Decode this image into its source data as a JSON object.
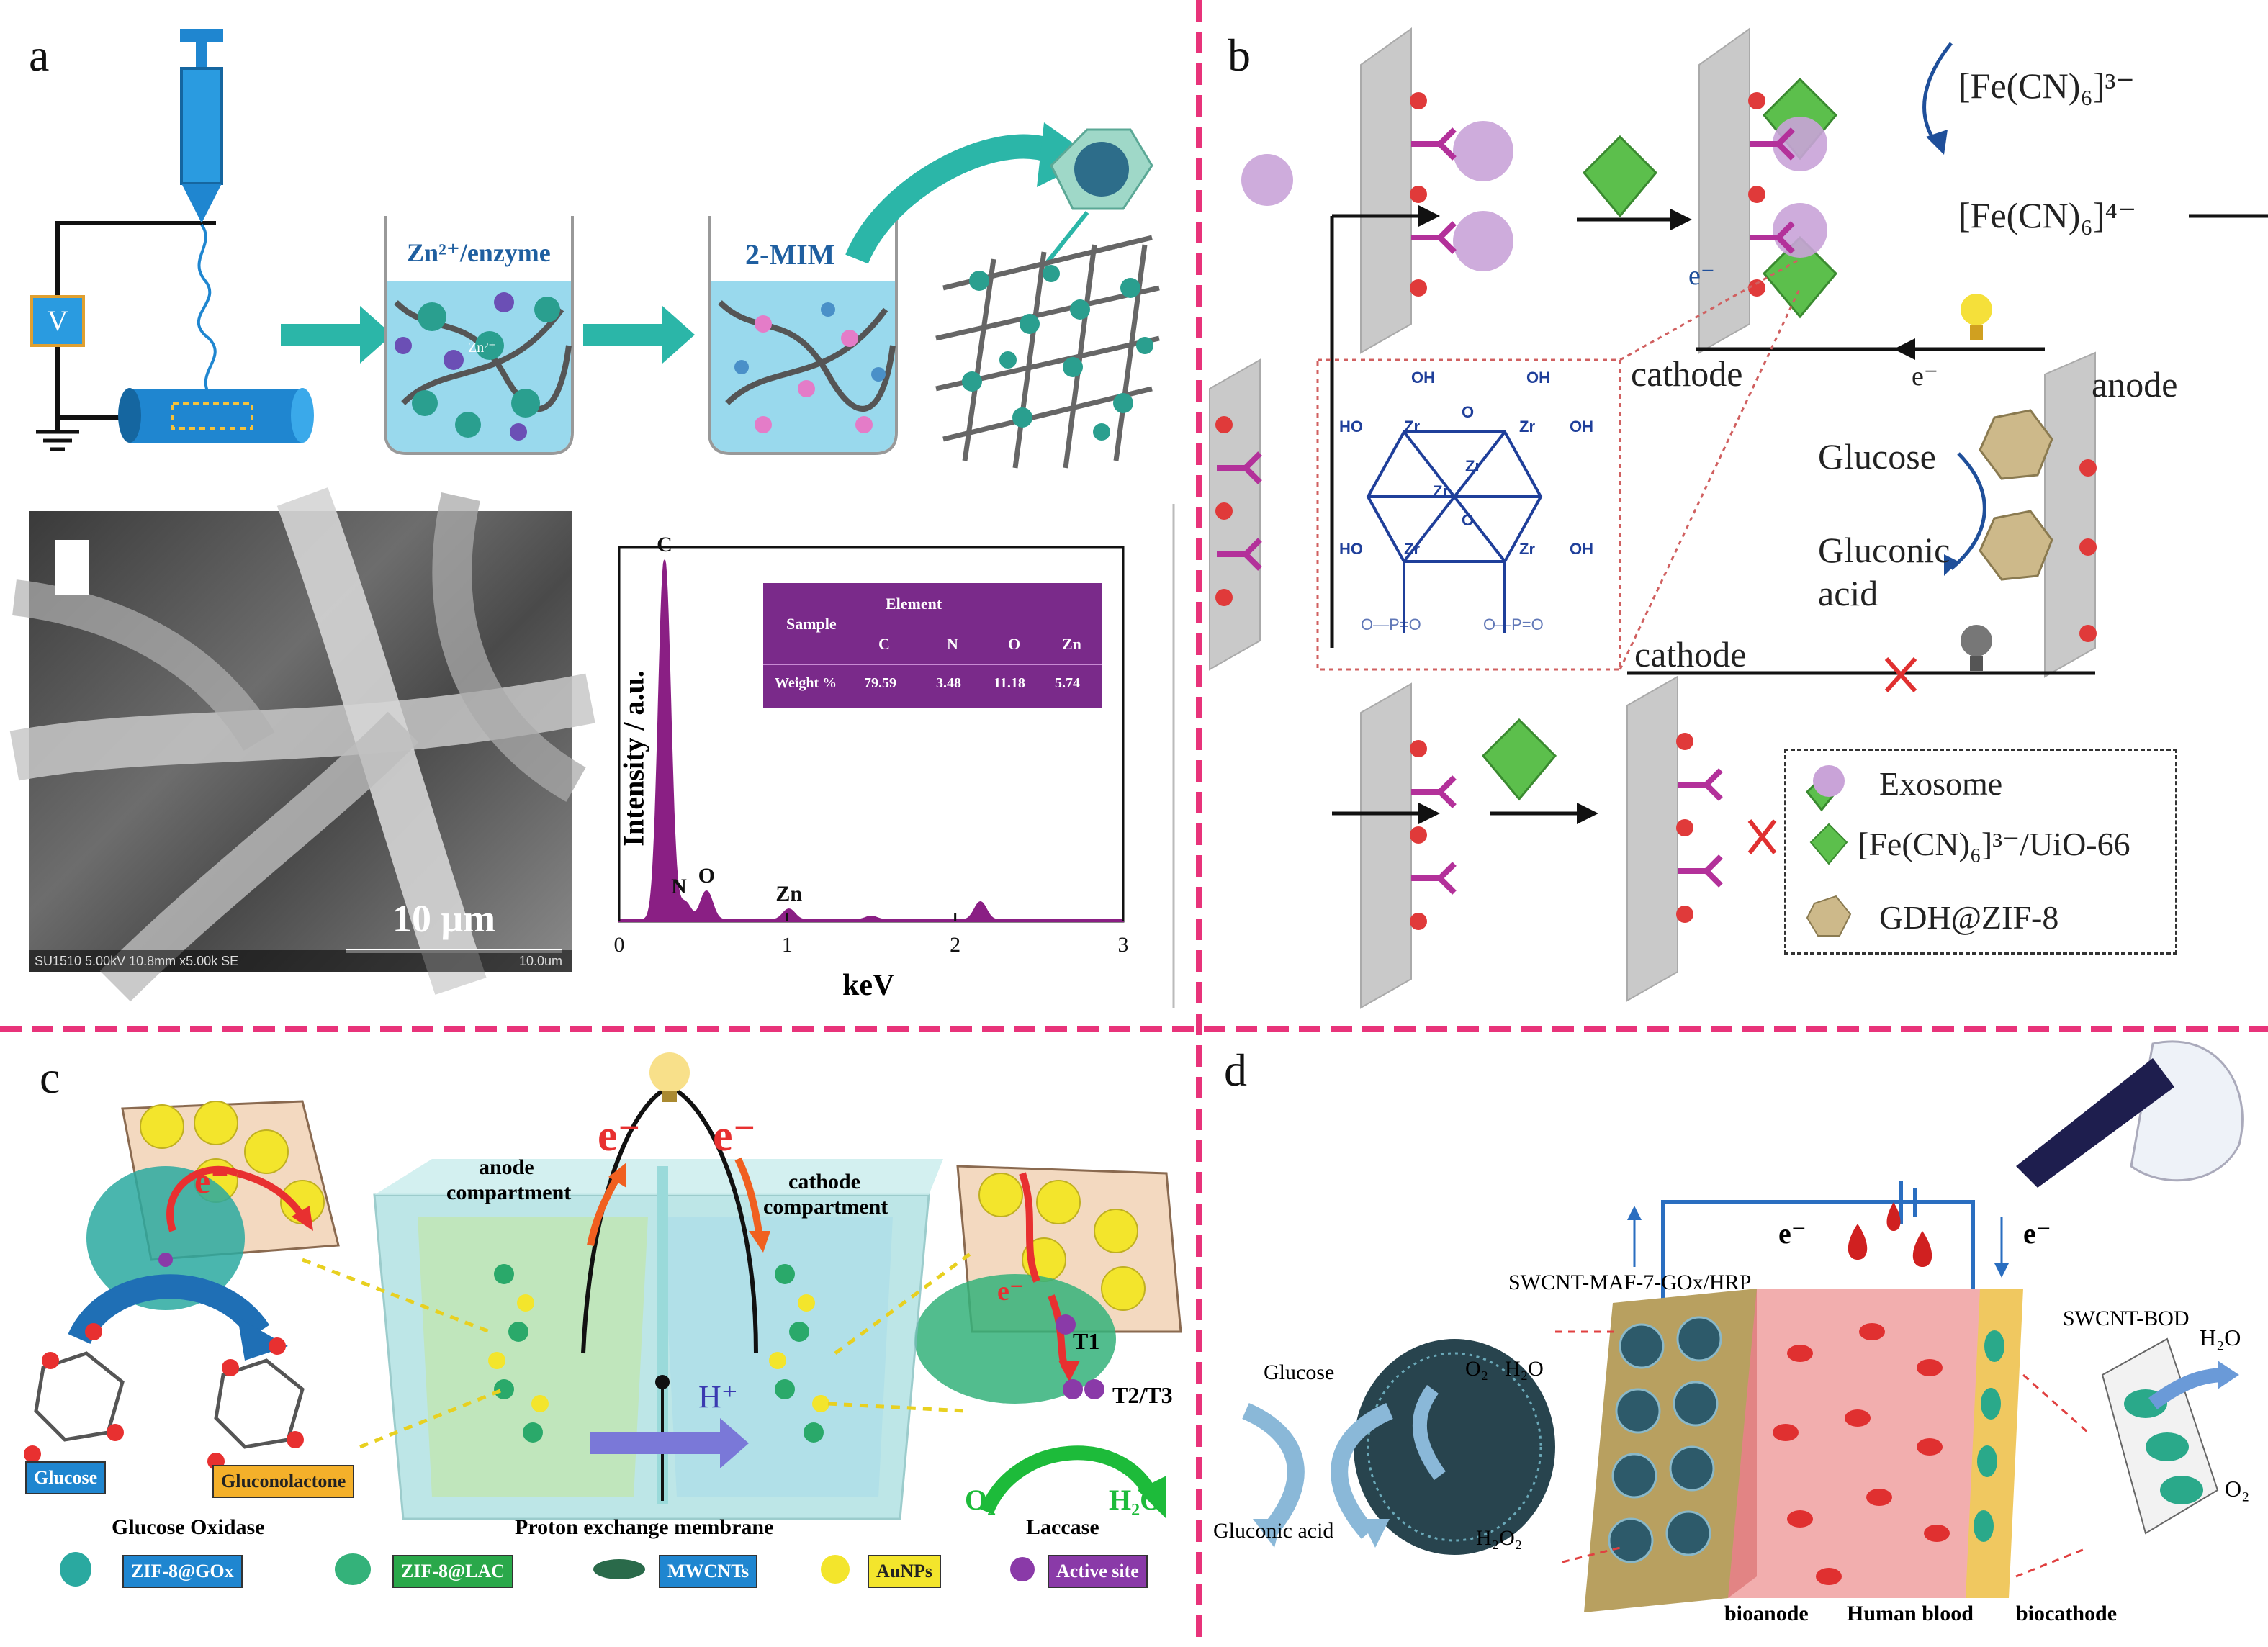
{
  "panels": {
    "a": "a",
    "b": "b",
    "c": "c",
    "d": "d"
  },
  "panel_a": {
    "voltage": "V",
    "beaker1": "Zn²⁺/enzyme",
    "beaker2": "2-MIM",
    "beaker_ion": "Zn²⁺",
    "sem_scale": "10 μm",
    "sem_info": "SU1510 5.00kV 10.8mm x5.00k SE",
    "sem_scale_small": "10.0um"
  },
  "chart_data": {
    "type": "line",
    "title": "",
    "xlabel": "keV",
    "ylabel": "Intensity / a.u.",
    "xlim": [
      0,
      3
    ],
    "x_ticks": [
      "0",
      "1",
      "2",
      "3"
    ],
    "peaks": [
      {
        "label": "C",
        "x": 0.27,
        "height": 1.0
      },
      {
        "label": "N",
        "x": 0.39,
        "height": 0.05
      },
      {
        "label": "O",
        "x": 0.52,
        "height": 0.08
      },
      {
        "label": "Zn",
        "x": 1.01,
        "height": 0.03
      }
    ],
    "extra_bumps": [
      {
        "x": 1.5,
        "height": 0.01
      },
      {
        "x": 2.15,
        "height": 0.05
      }
    ],
    "inset_table": {
      "corner": "Sample",
      "group_header": "Element",
      "columns": [
        "C",
        "N",
        "O",
        "Zn"
      ],
      "row_label": "Weight %",
      "values": [
        "79.59",
        "3.48",
        "11.18",
        "5.74"
      ]
    },
    "colors": {
      "fill": "#8a1f84",
      "table": "#7a2a8a"
    }
  },
  "panel_b": {
    "ferri": "[Fe(CN)₆]³⁻",
    "ferro": "[Fe(CN)₆]⁴⁻",
    "electron": "e⁻",
    "cathode_top": "cathode",
    "cathode_bottom": "cathode",
    "anode": "anode",
    "glucose": "Glucose",
    "gluconic_1": "Gluconic",
    "gluconic_2": "acid",
    "uio_oh": "OH",
    "uio_ho": "HO",
    "uio_zr": "Zr",
    "uio_o": "O",
    "uio_phos": "O—P=O",
    "legend": [
      {
        "label": "Exosome"
      },
      {
        "label": "[Fe(CN)₆]³⁻/UiO-66"
      },
      {
        "label": "GDH@ZIF-8"
      }
    ]
  },
  "panel_c": {
    "anode_1": "anode",
    "anode_2": "compartment",
    "cathode_1": "cathode",
    "cathode_2": "compartment",
    "electron": "e⁻",
    "proton": "H⁺",
    "t1": "T1",
    "t23": "T2/T3",
    "o2": "O₂",
    "h2o": "H₂O",
    "glucose": "Glucose",
    "gluconolactone": "Gluconolactone",
    "glucose_oxidase": "Glucose Oxidase",
    "membrane": "Proton exchange membrane",
    "laccase": "Laccase",
    "legend": [
      "ZIF-8@GOx",
      "ZIF-8@LAC",
      "MWCNTs",
      "AuNPs",
      "Active site"
    ]
  },
  "panel_d": {
    "electron_left": "e⁻",
    "electron_right": "e⁻",
    "anode_material": "SWCNT-MAF-7-GOx/HRP",
    "cathode_material": "SWCNT-BOD",
    "glucose": "Glucose",
    "gluconic": "Gluconic acid",
    "o2_left": "O₂",
    "h2o_left": "H₂O",
    "h2o2": "H₂O₂",
    "h2o_right": "H₂O",
    "o2_right": "O₂",
    "bioanode": "bioanode",
    "blood": "Human blood",
    "biocathode": "biocathode"
  }
}
